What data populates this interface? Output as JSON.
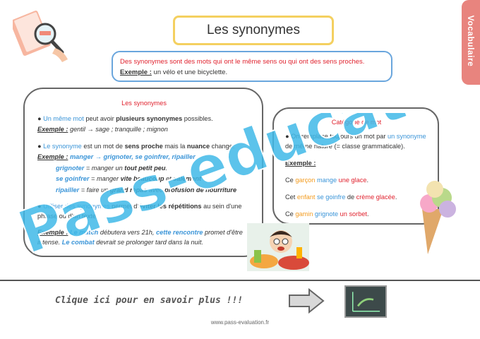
{
  "title": "Les synonymes",
  "definition": {
    "term": "Des synonymes",
    "text": " sont des mots qui ont le même sens ou qui ont des sens proches.",
    "example_label": "Exemple :",
    "example_text": " un vélo et une bicyclette."
  },
  "left_box": {
    "title": "Les synonymes",
    "p1": {
      "bullet": "●",
      "a": "Un même mot",
      "b": " peut avoir ",
      "c": "plusieurs synonymes",
      "d": " possibles."
    },
    "p1_example": {
      "label": "Exemple :",
      "text": " gentil → sage ; tranquille ; mignon"
    },
    "p2": {
      "bullet": "●",
      "a": "Le synonyme",
      "b": " est un mot de ",
      "c": "sens proche",
      "d": " mais la ",
      "e": "nuance",
      "f": " change."
    },
    "p2_example": {
      "label": "Exemple :",
      "l1_a": " manger → ",
      "l1_b": "grignoter, se goinfrer, ripailler",
      "l2_a": "grignoter",
      "l2_b": " = manger un ",
      "l2_c": "tout petit peu",
      "l2_d": ".",
      "l3_a": "se goinfrer",
      "l3_b": " = manger ",
      "l3_c": "vite beaucoup",
      "l3_d": " et ",
      "l3_e": "salement",
      "l4_a": "ripailler",
      "l4_b": " = faire un ",
      "l4_c": "grand repas",
      "l4_d": " avec ",
      "l4_e": "profusion de nourriture"
    },
    "p3": {
      "bullet": "●",
      "a": "Utiliser des synonymes",
      "b": " permet d'",
      "c": "éviter les répétitions",
      "d": " au sein d'une phrase ou d'un texte."
    },
    "p3_example": {
      "label": "Exemple :",
      "a": " Le match",
      "b": " débutera vers 21h, ",
      "c": "cette rencontre",
      "d": " promet d'être intense. ",
      "e": "Le combat",
      "f": " devrait se prolonger tard dans la nuit."
    }
  },
  "right_box": {
    "title": "Catégorie de mot",
    "p1": {
      "bullet": "●",
      "a": " On remplace toujours un mot par ",
      "b": "un synonyme",
      "c": " de même nature (= classe grammaticale)."
    },
    "example_label": "Exemple :",
    "s1": {
      "a": "Ce ",
      "b": "garçon",
      "c": " ",
      "d": "mange",
      "e": " ",
      "f": "une glace",
      "g": "."
    },
    "s2": {
      "a": "Cet ",
      "b": "enfant",
      "c": " ",
      "d": "se goinfre",
      "e": " de ",
      "f": "crème glacée",
      "g": "."
    },
    "s3": {
      "a": "Ce ",
      "b": "gamin",
      "c": " ",
      "d": "grignote",
      "e": " ",
      "f": "un sorbet",
      "g": "."
    }
  },
  "side_tab_label": "Vocabulaire",
  "cta_text": "Clique ici pour en savoir plus !!!",
  "footer_url": "www.pass-evaluation.fr",
  "watermark_text": "Pass-education",
  "colors": {
    "red": "#e0222e",
    "blue": "#3b95d8",
    "orange": "#f39b1e",
    "title_border": "#f4d060",
    "definition_border": "#6aa6dd",
    "side_tab": "#e8847e"
  },
  "icons": [
    "lesson-book-magnifier-icon",
    "right-arrow-icon",
    "video-thumbnail-icon"
  ]
}
